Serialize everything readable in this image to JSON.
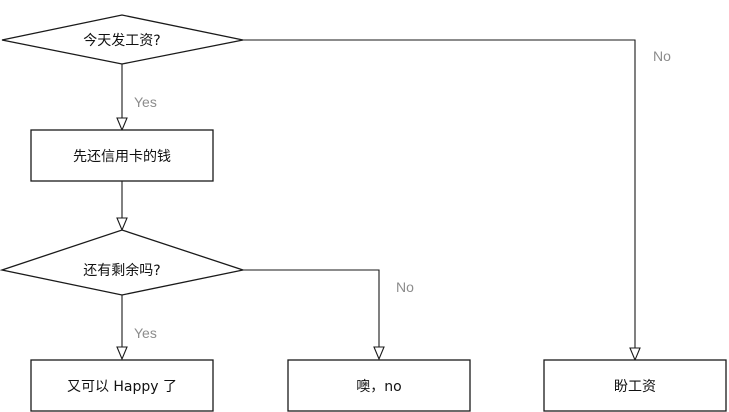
{
  "nodes": {
    "decision_payday": "今天发工资?",
    "action_pay_credit_card": "先还信用卡的钱",
    "decision_money_left": "还有剩余吗?",
    "outcome_happy": "又可以 Happy 了",
    "outcome_oh_no": "噢，no",
    "outcome_wait_salary": "盼工资"
  },
  "edges": {
    "payday_no": "No",
    "payday_yes": "Yes",
    "left_yes": "Yes",
    "left_no": "No"
  },
  "colors": {
    "stroke": "#1a1a1a",
    "label": "#8c8c8c",
    "fill": "#ffffff"
  }
}
